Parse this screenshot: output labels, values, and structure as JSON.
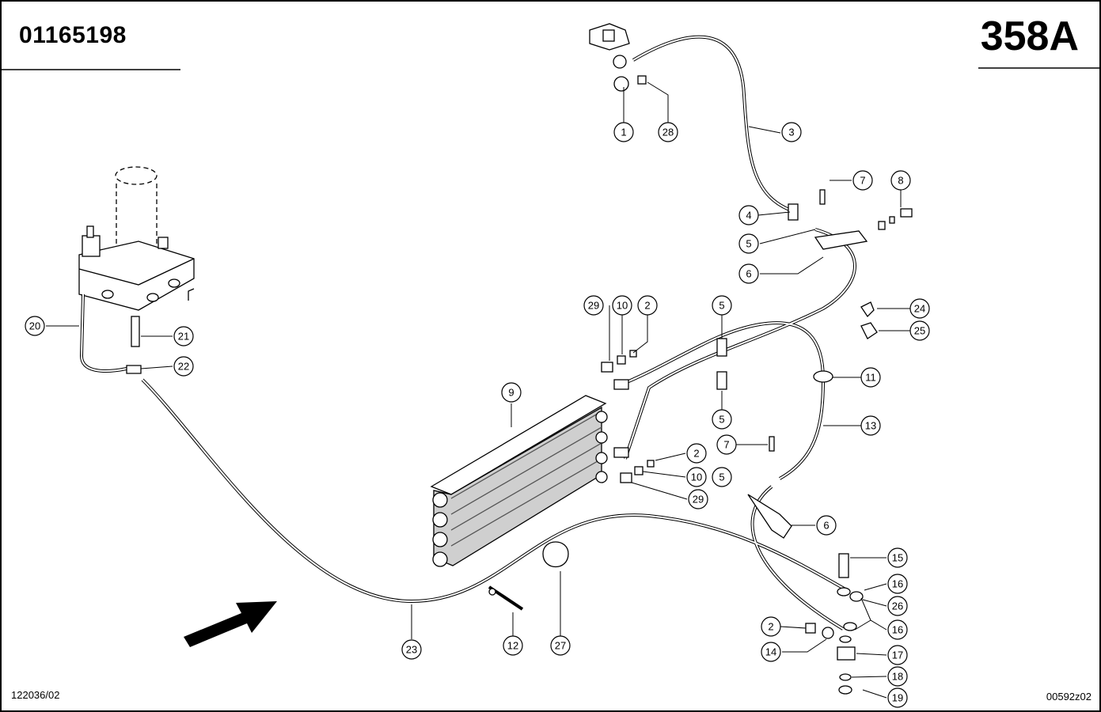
{
  "header": {
    "part_number": "01165198",
    "page_number": "358A"
  },
  "footer": {
    "left_ref": "122036/02",
    "right_ref": "00592z02"
  },
  "callouts": [
    "1",
    "28",
    "3",
    "7",
    "8",
    "4",
    "5",
    "6",
    "24",
    "25",
    "29",
    "10",
    "2",
    "5",
    "11",
    "9",
    "5",
    "13",
    "7",
    "2",
    "10",
    "5",
    "29",
    "6",
    "15",
    "16",
    "26",
    "2",
    "16",
    "14",
    "17",
    "18",
    "19",
    "20",
    "21",
    "22",
    "23",
    "12",
    "27"
  ]
}
